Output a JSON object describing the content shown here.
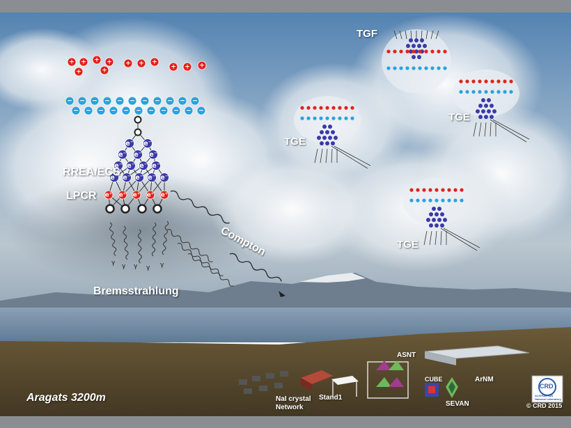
{
  "labels": {
    "tgf": "TGF",
    "tge": "TGE",
    "rrea": "RREA/ECS",
    "lpcr": "LPCR",
    "compton": "Compton",
    "brems": "Bremsstrahlung",
    "location": "Aragats 3200m",
    "nai_line1": "NaI crystal",
    "nai_line2": "Network",
    "stand1": "Stand1",
    "asnt": "ASNT",
    "cube": "CUBE",
    "sevan": "SEVAN",
    "arnm": "ArNM",
    "copyright": "© CRD 2015",
    "logo_letters": "CRD",
    "logo_caption": "ALIKHANYAN National Laboratory"
  },
  "symbols": {
    "positive": "+",
    "negative": "−",
    "electron": "e⁻",
    "positron": "e⁺",
    "gamma": "γ"
  },
  "colors": {
    "positive_charge": "#e2231a",
    "negative_charge": "#2aa3dc",
    "electron": "#3a3aa8",
    "sky_top": "#5d89b3",
    "lake": "#6f8aa3",
    "ground": "#5a4a2e"
  }
}
